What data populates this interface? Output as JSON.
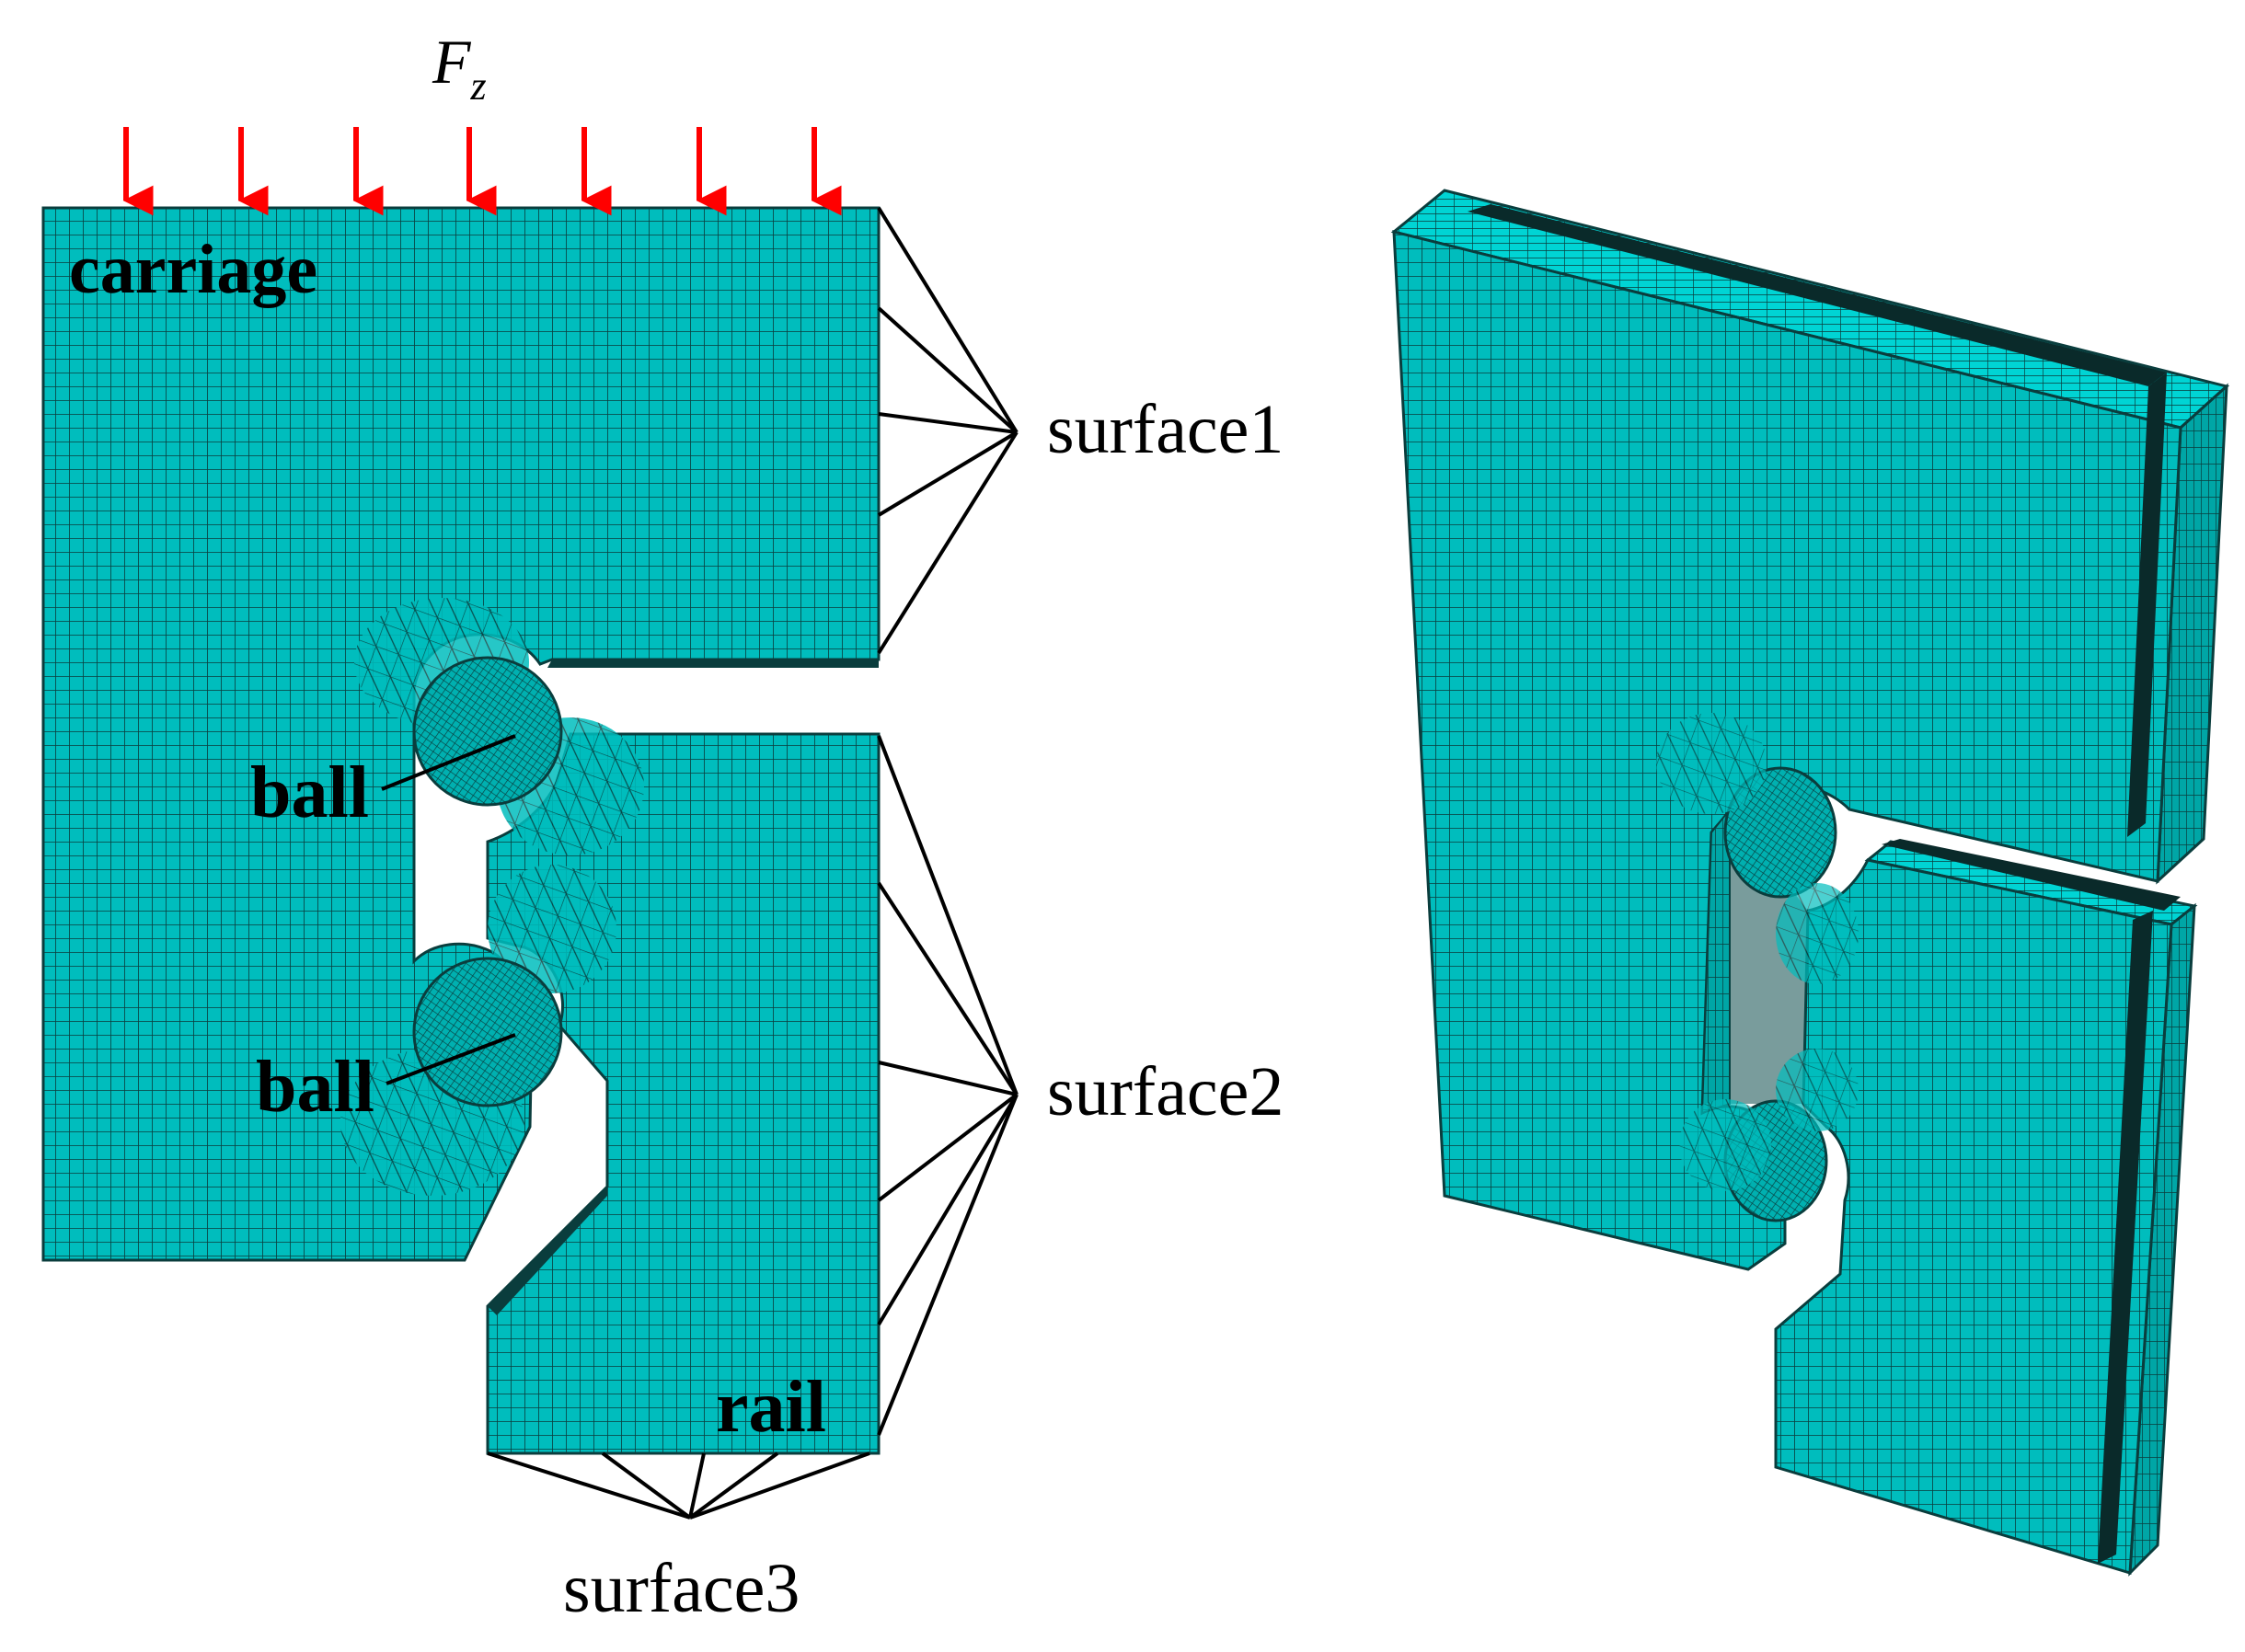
{
  "colors": {
    "mesh_fill": "#00BDBD",
    "mesh_fill_side": "#00A6A6",
    "mesh_fill_top": "#00D4D4",
    "mesh_line": "#0A3D3D",
    "load_arrow": "#FF0000",
    "leader": "#000000"
  },
  "load": {
    "symbol": "F",
    "subscript": "z"
  },
  "labels": {
    "carriage": "carriage",
    "ball_upper": "ball",
    "ball_lower": "ball",
    "rail": "rail",
    "surface1": "surface1",
    "surface2": "surface2",
    "surface3": "surface3"
  }
}
